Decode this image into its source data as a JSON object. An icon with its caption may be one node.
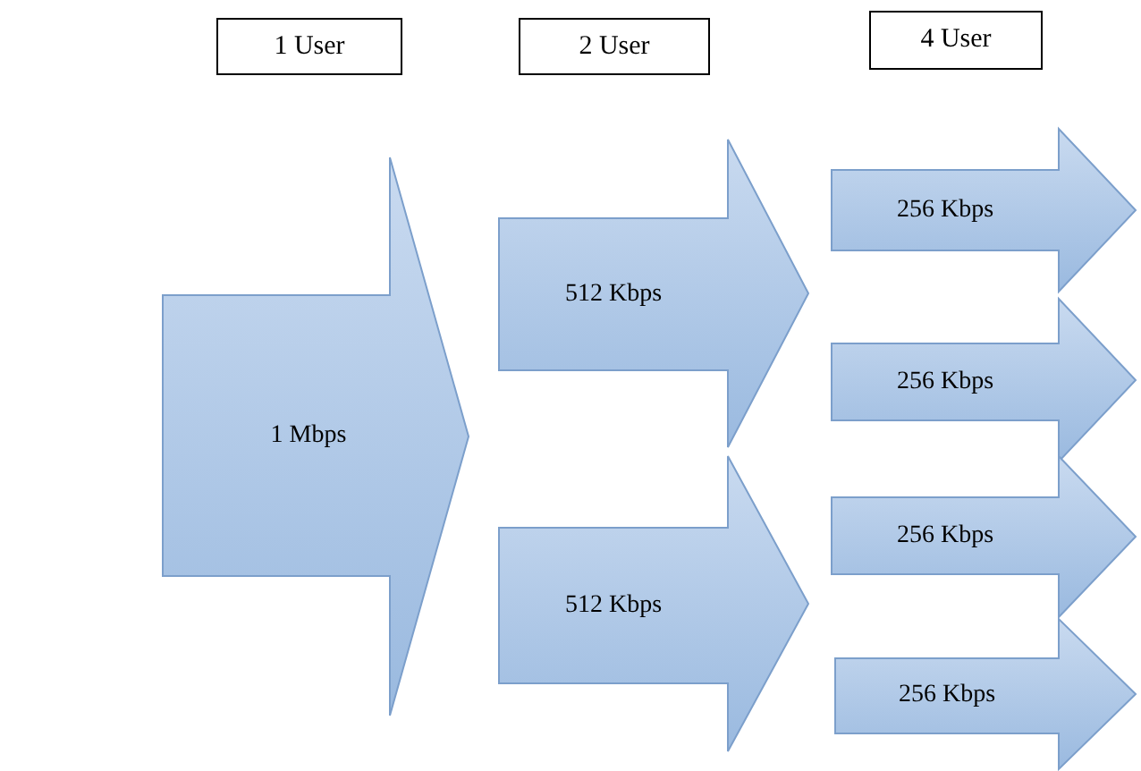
{
  "diagram": {
    "nodes": [
      {
        "text": [
          "1 User"
        ]
      },
      {
        "text": [
          "2 User"
        ]
      },
      {
        "text": [
          "4 User"
        ]
      },
      {
        "text": [
          "1 Mbps"
        ]
      },
      {
        "text": [
          "512 Kbps"
        ]
      },
      {
        "text": [
          "512 Kbps"
        ]
      },
      {
        "text": [
          "256 Kbps"
        ]
      },
      {
        "text": [
          "256 Kbps"
        ]
      },
      {
        "text": [
          "256 Kbps"
        ]
      },
      {
        "text": [
          "256 Kbps"
        ]
      }
    ]
  }
}
